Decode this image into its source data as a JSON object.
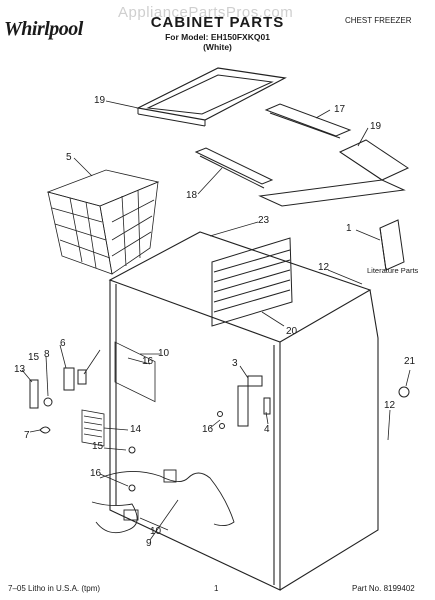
{
  "header": {
    "watermark": "AppliancePartsPros.com",
    "brand": "Whirlpool",
    "title": "CABINET PARTS",
    "model_line": "For Model: EH150FXKQ01",
    "color_line": "(White)",
    "category": "CHEST FREEZER"
  },
  "callouts": {
    "c1": "1",
    "c3": "3",
    "c4": "4",
    "c5": "5",
    "c6": "6",
    "c7": "7",
    "c8": "8",
    "c9": "9",
    "c10a": "10",
    "c10b": "10",
    "c12a": "12",
    "c12b": "12",
    "c13": "13",
    "c14": "14",
    "c15a": "15",
    "c15b": "15",
    "c16a": "16",
    "c16b": "16",
    "c16c": "16",
    "c17": "17",
    "c18": "18",
    "c19a": "19",
    "c19b": "19",
    "c20": "20",
    "c21": "21",
    "c23": "23"
  },
  "literature_label": "Literature Parts",
  "footer": {
    "left": "7–05 Litho in U.S.A. (tpm)",
    "page": "1",
    "part_no": "Part No. 8199402"
  }
}
